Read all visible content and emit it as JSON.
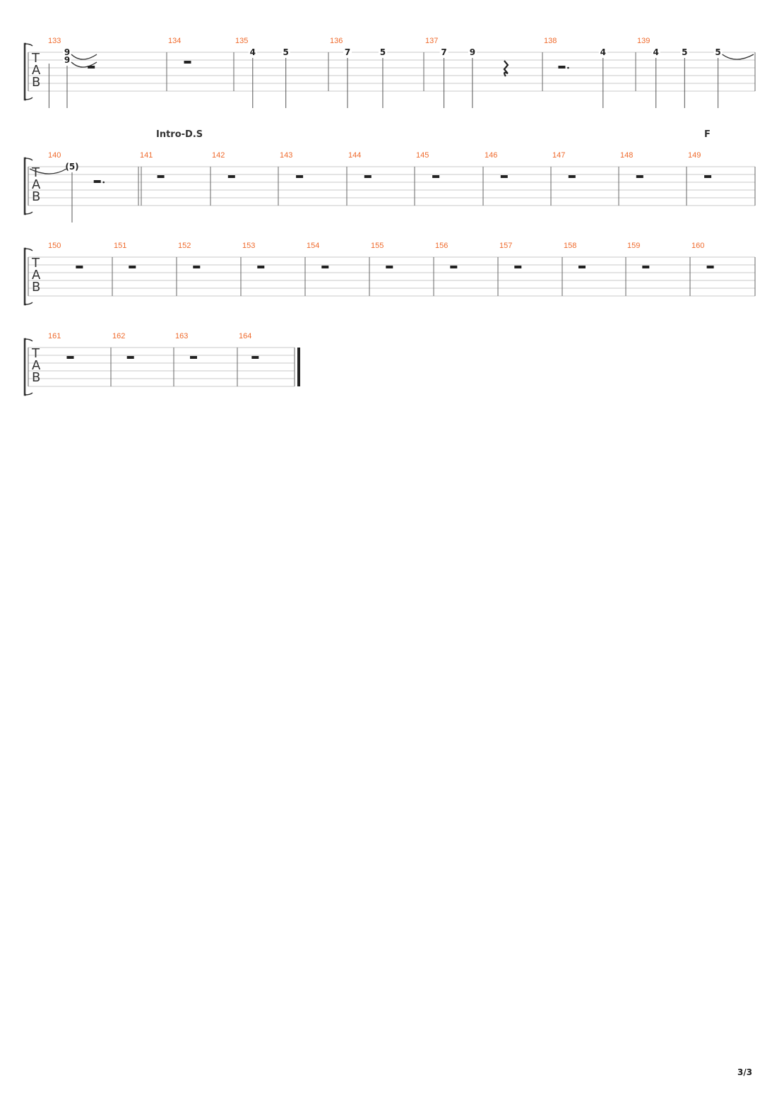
{
  "page": {
    "number_label": "3/3"
  },
  "tab_clef": [
    "T",
    "A",
    "B"
  ],
  "systems": [
    {
      "section_labels": [],
      "measures": [
        {
          "number": "133",
          "events": [
            {
              "beat": 0.0,
              "notes": [
                {
                  "string": 1,
                  "fret": "9"
                },
                {
                  "string": 2,
                  "fret": "9"
                }
              ],
              "tie_to_next": true
            },
            {
              "beat": 0.15,
              "notes": [],
              "stem": true
            },
            {
              "beat": 0.45,
              "rest": "half"
            }
          ]
        },
        {
          "number": "134",
          "events": [
            {
              "beat": 0.3,
              "rest": "whole"
            }
          ]
        },
        {
          "number": "135",
          "events": [
            {
              "beat": 0.2,
              "notes": [
                {
                  "string": 1,
                  "fret": "4"
                }
              ]
            },
            {
              "beat": 0.55,
              "notes": [
                {
                  "string": 1,
                  "fret": "5"
                }
              ]
            }
          ]
        },
        {
          "number": "136",
          "events": [
            {
              "beat": 0.2,
              "notes": [
                {
                  "string": 1,
                  "fret": "7"
                }
              ]
            },
            {
              "beat": 0.57,
              "notes": [
                {
                  "string": 1,
                  "fret": "5"
                }
              ]
            }
          ]
        },
        {
          "number": "137",
          "events": [
            {
              "beat": 0.17,
              "notes": [
                {
                  "string": 1,
                  "fret": "7"
                }
              ]
            },
            {
              "beat": 0.41,
              "notes": [
                {
                  "string": 1,
                  "fret": "9"
                }
              ]
            },
            {
              "beat": 0.69,
              "rest": "quarter"
            }
          ]
        },
        {
          "number": "138",
          "events": [
            {
              "beat": 0.2,
              "rest": "dotted-half"
            },
            {
              "beat": 0.65,
              "notes": [
                {
                  "string": 1,
                  "fret": "4"
                }
              ]
            }
          ]
        },
        {
          "number": "139",
          "events": [
            {
              "beat": 0.17,
              "notes": [
                {
                  "string": 1,
                  "fret": "4"
                }
              ]
            },
            {
              "beat": 0.41,
              "notes": [
                {
                  "string": 1,
                  "fret": "5"
                }
              ]
            },
            {
              "beat": 0.69,
              "notes": [
                {
                  "string": 1,
                  "fret": "5"
                }
              ],
              "tie_to_next": true
            }
          ]
        }
      ]
    },
    {
      "section_labels": [
        {
          "measure": "141",
          "text": "Intro-D.S"
        },
        {
          "measure": "149",
          "text": "F"
        }
      ],
      "measures": [
        {
          "number": "140",
          "events": [
            {
              "beat": 0.35,
              "notes": [
                {
                  "string": 1,
                  "fret": "(5)"
                }
              ],
              "tied_from_prev": true
            },
            {
              "beat": 0.62,
              "rest": "dotted-half"
            }
          ]
        },
        {
          "number": "141",
          "double_bar_before": true,
          "events": [
            {
              "beat": 0.3,
              "rest": "whole"
            }
          ]
        },
        {
          "number": "142",
          "events": [
            {
              "beat": 0.3,
              "rest": "whole"
            }
          ]
        },
        {
          "number": "143",
          "events": [
            {
              "beat": 0.3,
              "rest": "whole"
            }
          ]
        },
        {
          "number": "144",
          "events": [
            {
              "beat": 0.3,
              "rest": "whole"
            }
          ]
        },
        {
          "number": "145",
          "events": [
            {
              "beat": 0.3,
              "rest": "whole"
            }
          ]
        },
        {
          "number": "146",
          "events": [
            {
              "beat": 0.3,
              "rest": "whole"
            }
          ]
        },
        {
          "number": "147",
          "events": [
            {
              "beat": 0.3,
              "rest": "whole"
            }
          ]
        },
        {
          "number": "148",
          "events": [
            {
              "beat": 0.3,
              "rest": "whole"
            }
          ]
        },
        {
          "number": "149",
          "events": [
            {
              "beat": 0.3,
              "rest": "whole"
            }
          ]
        }
      ]
    },
    {
      "section_labels": [],
      "measures": [
        {
          "number": "150",
          "events": [
            {
              "beat": 0.6,
              "rest": "whole"
            }
          ]
        },
        {
          "number": "151",
          "events": [
            {
              "beat": 0.3,
              "rest": "whole"
            }
          ]
        },
        {
          "number": "152",
          "events": [
            {
              "beat": 0.3,
              "rest": "whole"
            }
          ]
        },
        {
          "number": "153",
          "events": [
            {
              "beat": 0.3,
              "rest": "whole"
            }
          ]
        },
        {
          "number": "154",
          "events": [
            {
              "beat": 0.3,
              "rest": "whole"
            }
          ]
        },
        {
          "number": "155",
          "events": [
            {
              "beat": 0.3,
              "rest": "whole"
            }
          ]
        },
        {
          "number": "156",
          "events": [
            {
              "beat": 0.3,
              "rest": "whole"
            }
          ]
        },
        {
          "number": "157",
          "events": [
            {
              "beat": 0.3,
              "rest": "whole"
            }
          ]
        },
        {
          "number": "158",
          "events": [
            {
              "beat": 0.3,
              "rest": "whole"
            }
          ]
        },
        {
          "number": "159",
          "events": [
            {
              "beat": 0.3,
              "rest": "whole"
            }
          ]
        },
        {
          "number": "160",
          "events": [
            {
              "beat": 0.3,
              "rest": "whole"
            }
          ]
        }
      ]
    },
    {
      "section_labels": [],
      "final_barline": true,
      "measures": [
        {
          "number": "161",
          "events": [
            {
              "beat": 0.5,
              "rest": "whole"
            }
          ]
        },
        {
          "number": "162",
          "events": [
            {
              "beat": 0.3,
              "rest": "whole"
            }
          ]
        },
        {
          "number": "163",
          "events": [
            {
              "beat": 0.3,
              "rest": "whole"
            }
          ]
        },
        {
          "number": "164",
          "events": [
            {
              "beat": 0.3,
              "rest": "whole"
            }
          ]
        }
      ]
    }
  ]
}
